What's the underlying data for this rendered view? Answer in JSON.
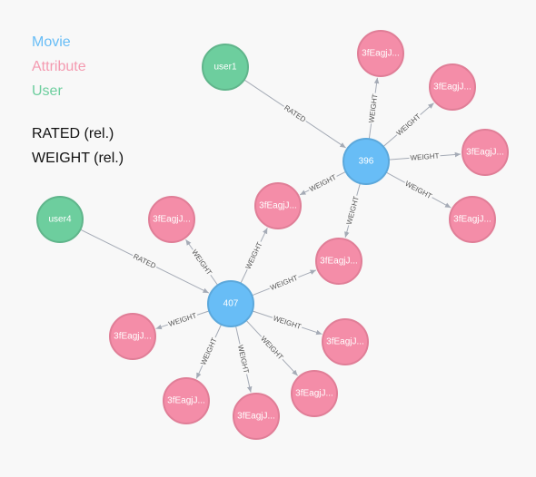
{
  "legend": {
    "node_types": [
      {
        "label": "Movie",
        "color": "#68bdf6"
      },
      {
        "label": "Attribute",
        "color": "#f49ab0"
      },
      {
        "label": "User",
        "color": "#6dce9e"
      }
    ],
    "relationship_types": [
      "RATED (rel.)",
      "WEIGHT (rel.)"
    ]
  },
  "colors": {
    "Movie": {
      "fill": "#68bdf6",
      "stroke": "#5ca8db"
    },
    "Attribute": {
      "fill": "#f48da8",
      "stroke": "#e07e97"
    },
    "User": {
      "fill": "#6dce9e",
      "stroke": "#60b58b"
    },
    "edge": "#a5abb6"
  },
  "nodes": [
    {
      "id": "user1",
      "label": "user1",
      "type": "User"
    },
    {
      "id": "user4",
      "label": "user4",
      "type": "User"
    },
    {
      "id": "m396",
      "label": "396",
      "type": "Movie"
    },
    {
      "id": "m407",
      "label": "407",
      "type": "Movie"
    },
    {
      "id": "a1",
      "label": "3fEagjJ...",
      "type": "Attribute"
    },
    {
      "id": "a2",
      "label": "3fEagjJ...",
      "type": "Attribute"
    },
    {
      "id": "a3",
      "label": "3fEagjJ...",
      "type": "Attribute"
    },
    {
      "id": "a4",
      "label": "3fEagjJ...",
      "type": "Attribute"
    },
    {
      "id": "a5",
      "label": "3fEagjJ...",
      "type": "Attribute"
    },
    {
      "id": "a6",
      "label": "3fEagjJ...",
      "type": "Attribute"
    },
    {
      "id": "a7",
      "label": "3fEagjJ...",
      "type": "Attribute"
    },
    {
      "id": "a8",
      "label": "3fEagjJ...",
      "type": "Attribute"
    },
    {
      "id": "a9",
      "label": "3fEagjJ...",
      "type": "Attribute"
    },
    {
      "id": "a10",
      "label": "3fEagjJ...",
      "type": "Attribute"
    },
    {
      "id": "a11",
      "label": "3fEagjJ...",
      "type": "Attribute"
    },
    {
      "id": "a12",
      "label": "3fEagjJ...",
      "type": "Attribute"
    },
    {
      "id": "a13",
      "label": "3fEagjJ...",
      "type": "Attribute"
    }
  ],
  "edges": [
    {
      "from": "user1",
      "to": "m396",
      "label": "RATED"
    },
    {
      "from": "user4",
      "to": "m407",
      "label": "RATED"
    },
    {
      "from": "m396",
      "to": "a1",
      "label": "WEIGHT"
    },
    {
      "from": "m396",
      "to": "a2",
      "label": "WEIGHT"
    },
    {
      "from": "m396",
      "to": "a3",
      "label": "WEIGHT"
    },
    {
      "from": "m396",
      "to": "a4",
      "label": "WEIGHT"
    },
    {
      "from": "m396",
      "to": "a5",
      "label": "WEIGHT"
    },
    {
      "from": "m396",
      "to": "a6",
      "label": "WEIGHT"
    },
    {
      "from": "m407",
      "to": "a5",
      "label": "WEIGHT"
    },
    {
      "from": "m407",
      "to": "a6",
      "label": "WEIGHT"
    },
    {
      "from": "m407",
      "to": "a7",
      "label": "WEIGHT"
    },
    {
      "from": "m407",
      "to": "a8",
      "label": "WEIGHT"
    },
    {
      "from": "m407",
      "to": "a9",
      "label": "WEIGHT"
    },
    {
      "from": "m407",
      "to": "a10",
      "label": "WEIGHT"
    },
    {
      "from": "m407",
      "to": "a11",
      "label": "WEIGHT"
    },
    {
      "from": "m407",
      "to": "a12",
      "label": "WEIGHT"
    },
    {
      "from": "m407",
      "to": "a13",
      "label": "WEIGHT"
    }
  ]
}
